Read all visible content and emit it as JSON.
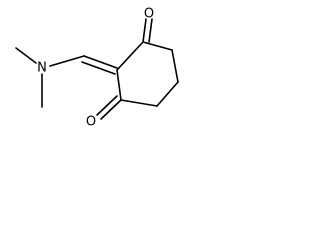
{
  "molecule": {
    "atoms": {
      "n": {
        "label": "N"
      },
      "o_top": {
        "label": "O"
      },
      "o_bottom": {
        "label": "O"
      }
    }
  }
}
